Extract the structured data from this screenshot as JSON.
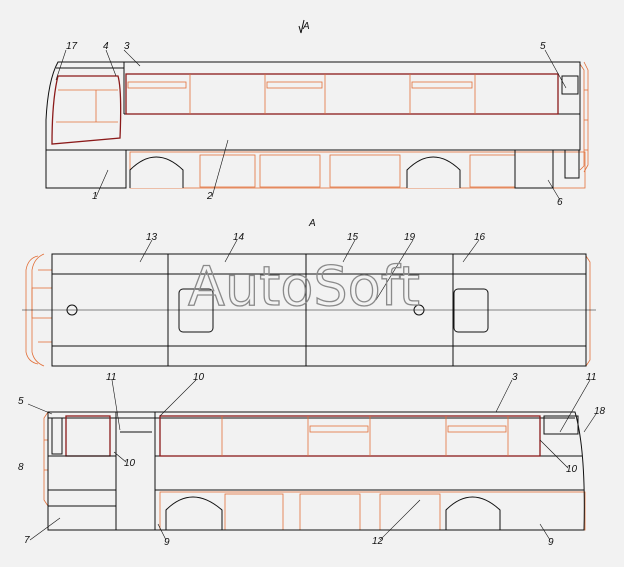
{
  "view_marker": "A",
  "watermark": "AutoSoft",
  "callouts": {
    "side_view": [
      "17",
      "4",
      "3",
      "5",
      "1",
      "2",
      "6"
    ],
    "roof_view": [
      "13",
      "14",
      "15",
      "19",
      "16"
    ],
    "rear_side_view": [
      "5",
      "11",
      "10",
      "3",
      "11",
      "18",
      "8",
      "10",
      "10",
      "7",
      "9",
      "12",
      "9"
    ]
  },
  "colors": {
    "outline": "#111111",
    "frame": "#e2703a",
    "glass": "#8b1a1a",
    "background": "#f2f2f2"
  }
}
